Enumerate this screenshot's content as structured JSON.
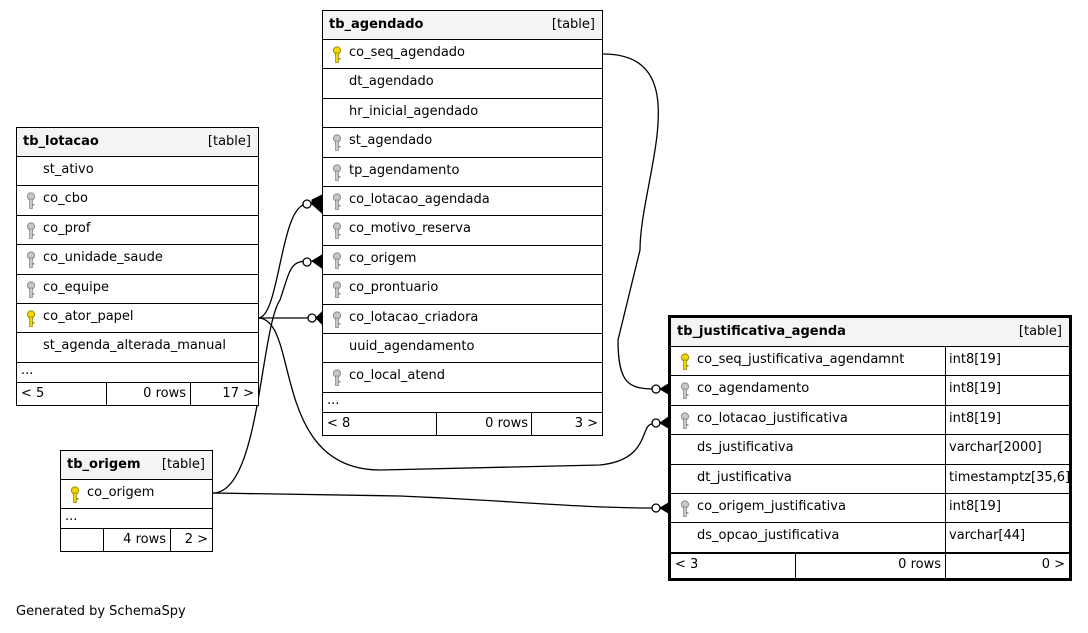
{
  "footer": {
    "credit": "Generated by SchemaSpy"
  },
  "tables": {
    "agendado": {
      "name": "tb_agendado",
      "tag": "[table]",
      "columns": [
        "co_seq_agendado",
        "dt_agendado",
        "hr_inicial_agendado",
        "st_agendado",
        "tp_agendamento",
        "co_lotacao_agendada",
        "co_motivo_reserva",
        "co_origem",
        "co_prontuario",
        "co_lotacao_criadora",
        "uuid_agendamento",
        "co_local_atend"
      ],
      "ellipsis": "...",
      "footer": {
        "parents": "< 8",
        "rows": "0 rows",
        "children": "3 >"
      }
    },
    "lotacao": {
      "name": "tb_lotacao",
      "tag": "[table]",
      "columns": [
        "st_ativo",
        "co_cbo",
        "co_prof",
        "co_unidade_saude",
        "co_equipe",
        "co_ator_papel",
        "st_agenda_alterada_manual"
      ],
      "ellipsis": "...",
      "footer": {
        "parents": "< 5",
        "rows": "0 rows",
        "children": "17 >"
      }
    },
    "origem": {
      "name": "tb_origem",
      "tag": "[table]",
      "columns": [
        "co_origem"
      ],
      "ellipsis": "...",
      "footer": {
        "parents": "",
        "rows": "4 rows",
        "children": "2 >"
      }
    },
    "justificativa": {
      "name": "tb_justificativa_agenda",
      "tag": "[table]",
      "columns": [
        {
          "name": "co_seq_justificativa_agendamnt",
          "type": "int8[19]"
        },
        {
          "name": "co_agendamento",
          "type": "int8[19]"
        },
        {
          "name": "co_lotacao_justificativa",
          "type": "int8[19]"
        },
        {
          "name": "ds_justificativa",
          "type": "varchar[2000]"
        },
        {
          "name": "dt_justificativa",
          "type": "timestamptz[35,6]"
        },
        {
          "name": "co_origem_justificativa",
          "type": "int8[19]"
        },
        {
          "name": "ds_opcao_justificativa",
          "type": "varchar[44]"
        }
      ],
      "footer": {
        "parents": "< 3",
        "rows": "0 rows",
        "children": "0 >"
      }
    }
  }
}
